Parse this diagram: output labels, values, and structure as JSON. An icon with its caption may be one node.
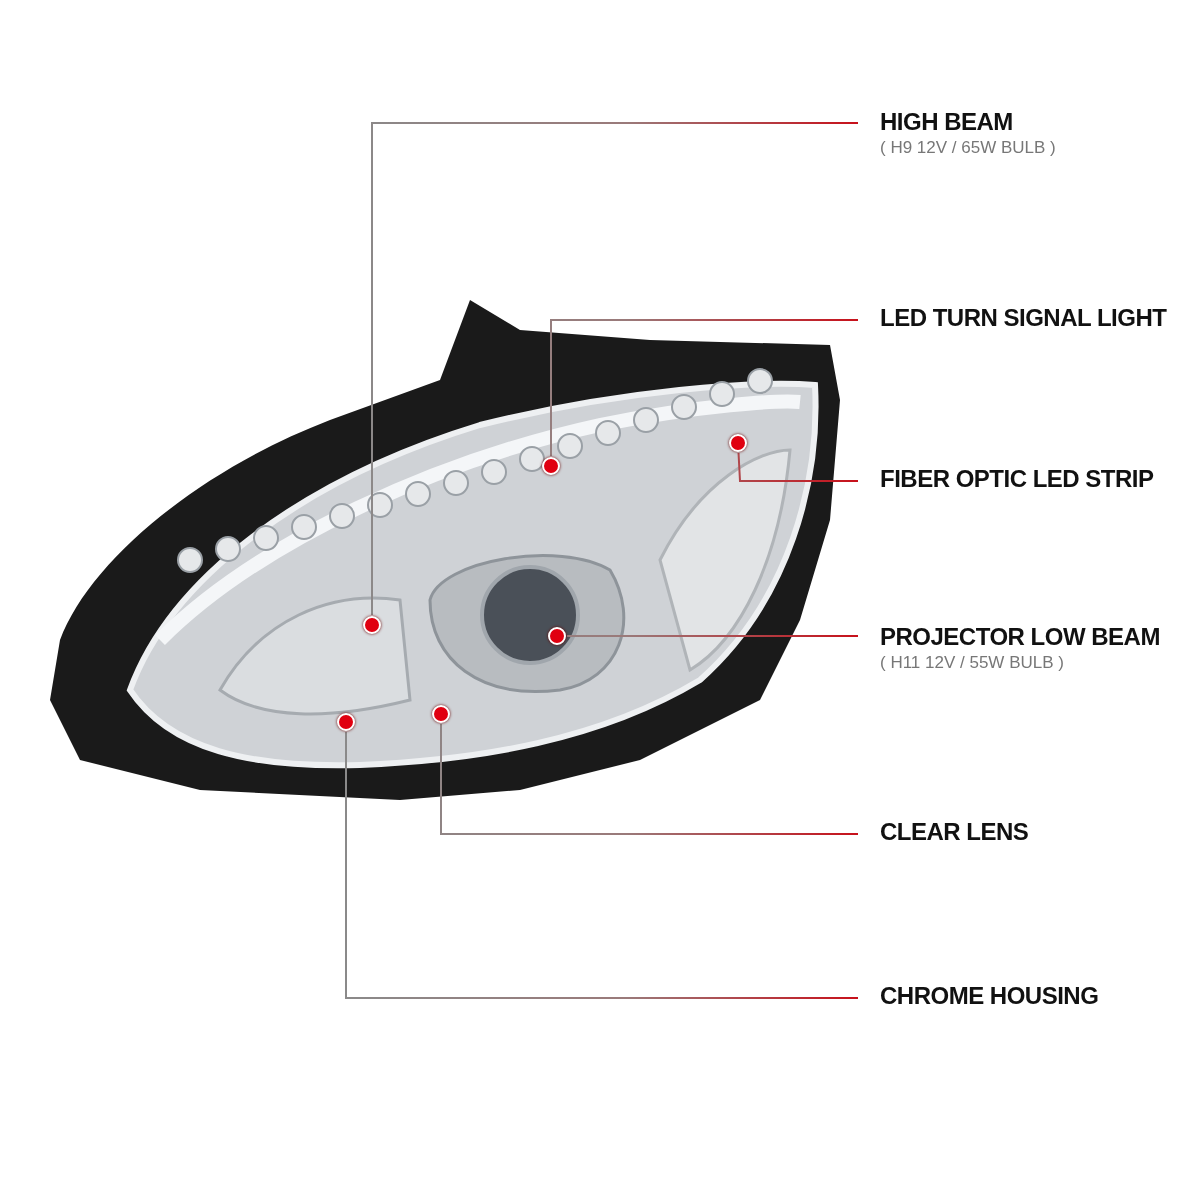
{
  "diagram": {
    "nodes": [
      {
        "text": [
          "HIGH BEAM",
          "( H9 12V / 65W BULB )"
        ]
      },
      {
        "text": [
          "LED TURN SIGNAL LIGHT"
        ]
      },
      {
        "text": [
          "FIBER OPTIC LED STRIP"
        ]
      },
      {
        "text": [
          "PROJECTOR LOW BEAM",
          "( H11 12V / 55W BULB )"
        ]
      },
      {
        "text": [
          "CLEAR LENS"
        ]
      },
      {
        "text": [
          "CHROME HOUSING"
        ]
      },
      {
        "text": [],
        "shape": "circle"
      },
      {
        "text": [],
        "shape": "circle"
      },
      {
        "text": [],
        "shape": "circle"
      },
      {
        "text": [],
        "shape": "circle"
      },
      {
        "text": [],
        "shape": "circle"
      },
      {
        "text": [],
        "shape": "circle"
      }
    ],
    "edges": [
      {
        "from": 0,
        "to": 6,
        "arrow": "none"
      },
      {
        "from": 1,
        "to": 7,
        "arrow": "none"
      },
      {
        "from": 2,
        "to": 8,
        "arrow": "none"
      },
      {
        "from": 3,
        "to": 9,
        "arrow": "none"
      },
      {
        "from": 4,
        "to": 10,
        "arrow": "none"
      },
      {
        "from": 5,
        "to": 11,
        "arrow": "none"
      }
    ]
  }
}
